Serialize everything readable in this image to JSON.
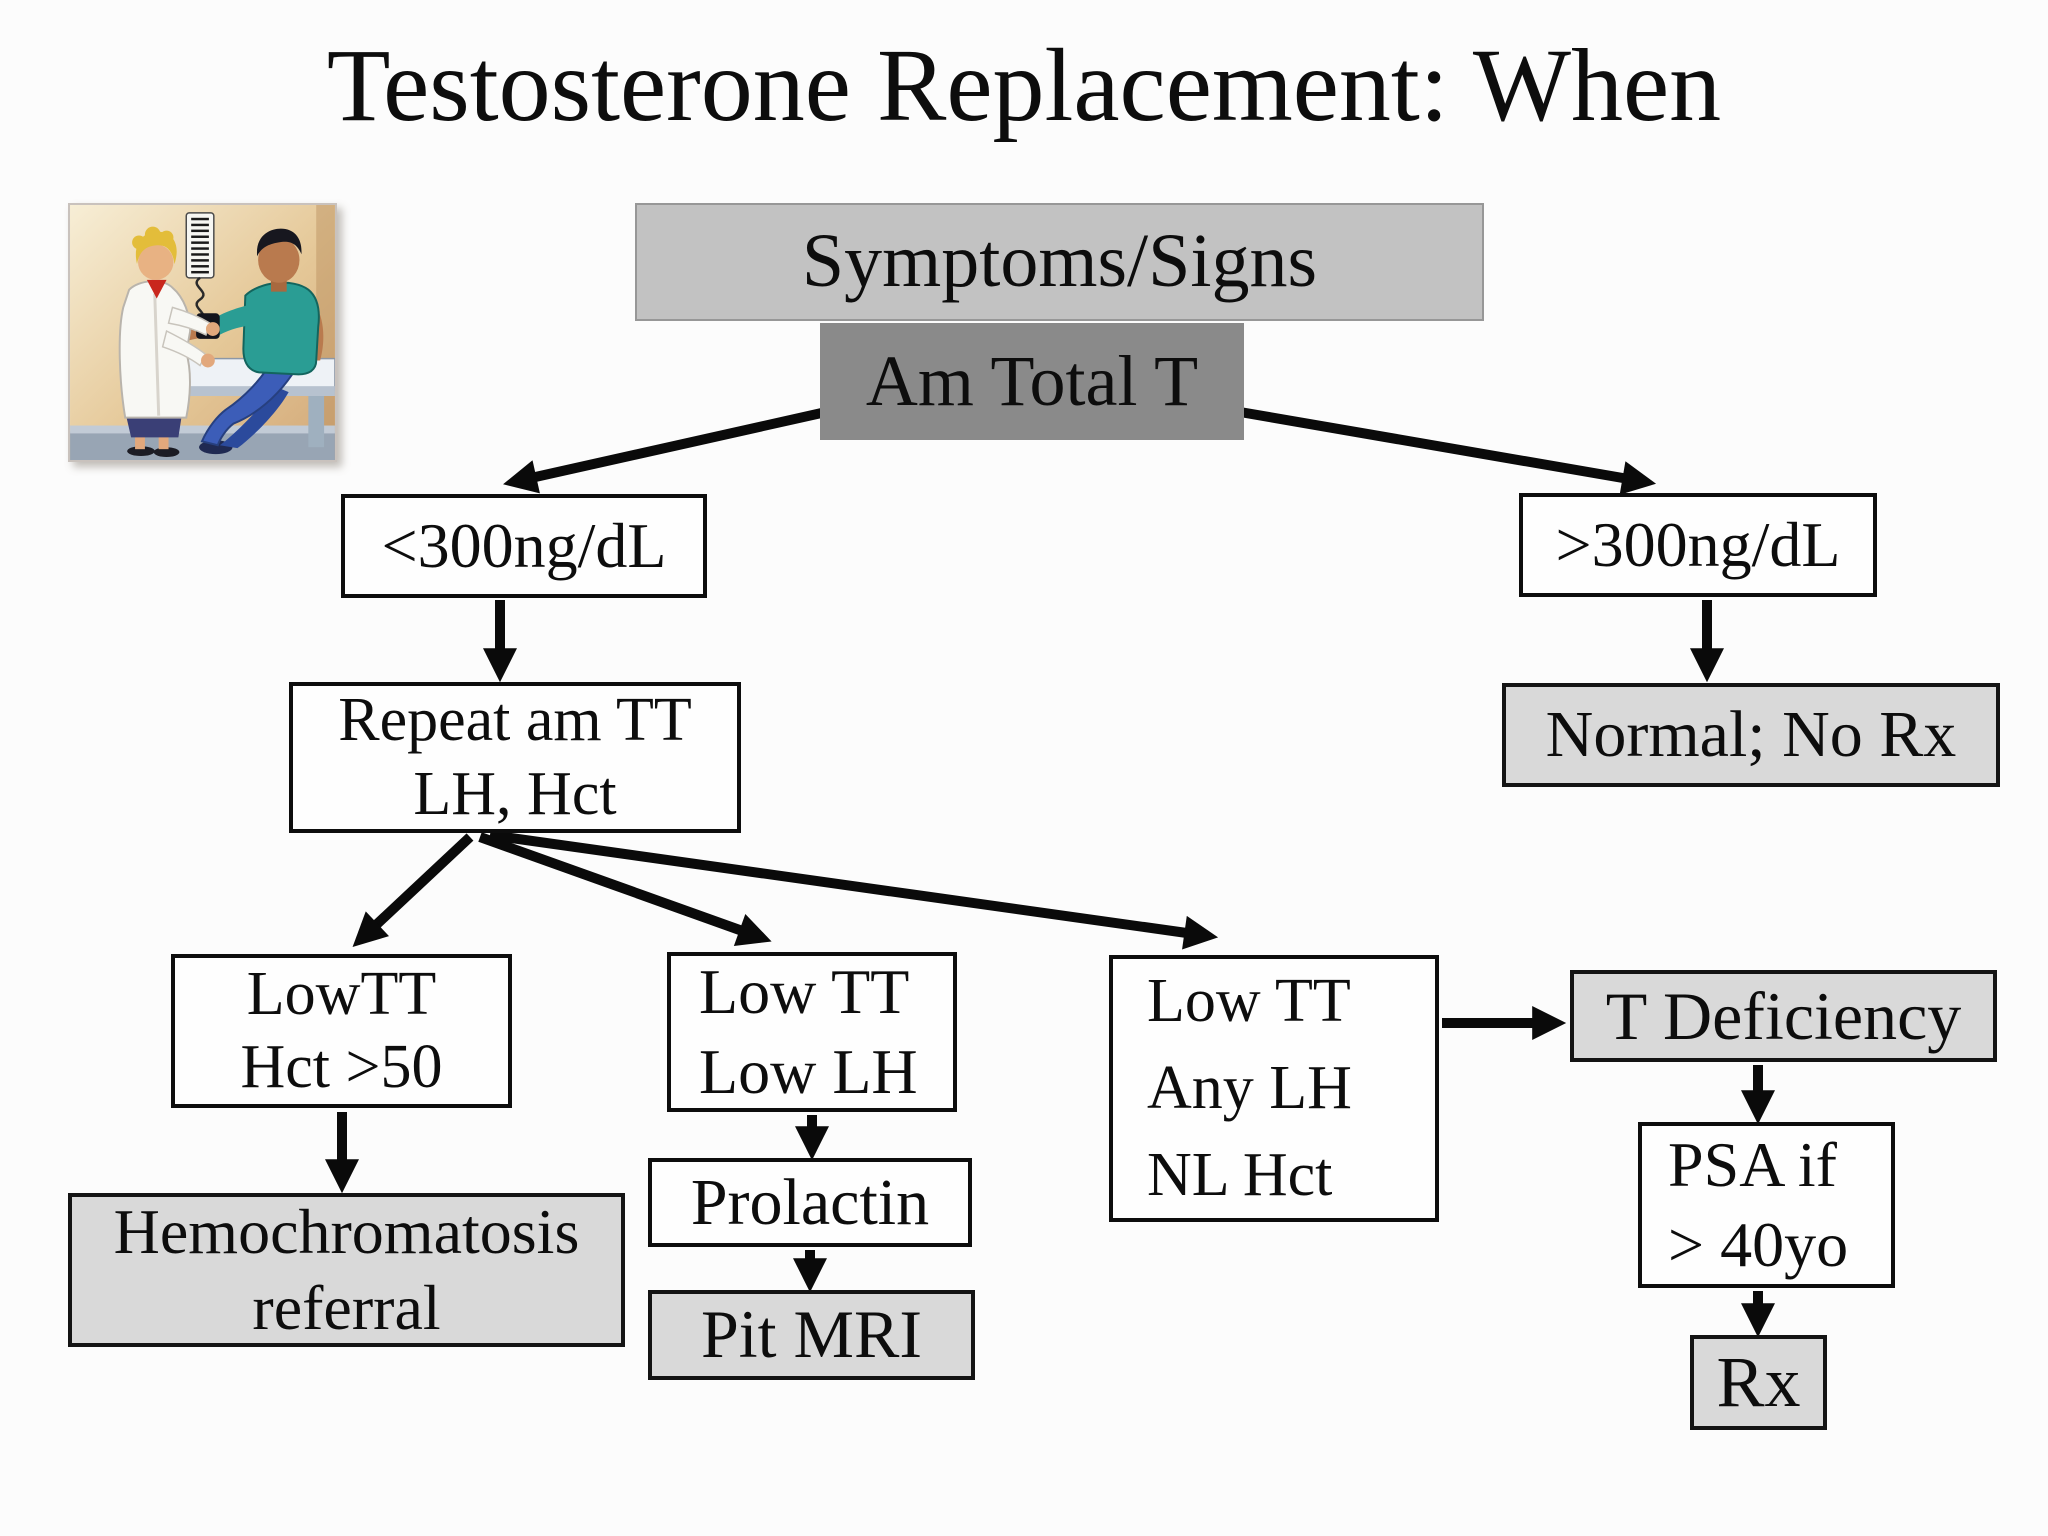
{
  "slide": {
    "title": "Testosterone Replacement: When",
    "background": "#fcfcfc"
  },
  "colors": {
    "banner_fill": "#c2c2c2",
    "dark_fill": "#8a8a8a",
    "result_fill": "#d9d9d9",
    "plain_fill": "#fefefe",
    "line_color": "#0a0a0a"
  },
  "illustration": {
    "name": "blood-pressure-exam-clipart",
    "description": "Clinician measuring seated male patient's blood pressure"
  },
  "flowchart": {
    "nodes": {
      "symptoms": {
        "label": "Symptoms/Signs"
      },
      "am_total_t": {
        "label": "Am Total T"
      },
      "lt300": {
        "label": "<300ng/dL"
      },
      "gt300": {
        "label": ">300ng/dL"
      },
      "repeat_tt": {
        "line1": "Repeat am TT",
        "line2": "LH, Hct"
      },
      "normal_no_rx": {
        "label": "Normal; No Rx"
      },
      "low_tt_hct": {
        "line1": "LowTT",
        "line2": "Hct >50"
      },
      "low_tt_low_lh": {
        "line1": "Low TT",
        "line2": "Low LH"
      },
      "low_tt_any_lh": {
        "line1": "Low TT",
        "line2": "Any LH",
        "line3": "NL Hct"
      },
      "hemochromatosis": {
        "line1": "Hemochromatosis",
        "line2": "referral"
      },
      "prolactin": {
        "label": "Prolactin"
      },
      "pit_mri": {
        "label": "Pit MRI"
      },
      "t_deficiency": {
        "label": "T Deficiency"
      },
      "psa": {
        "line1": "PSA if",
        "line2": "> 40yo"
      },
      "rx": {
        "label": "Rx"
      }
    },
    "edges": [
      {
        "from": "am_total_t",
        "to": "lt300"
      },
      {
        "from": "am_total_t",
        "to": "gt300"
      },
      {
        "from": "lt300",
        "to": "repeat_tt"
      },
      {
        "from": "gt300",
        "to": "normal_no_rx"
      },
      {
        "from": "repeat_tt",
        "to": "low_tt_hct"
      },
      {
        "from": "repeat_tt",
        "to": "low_tt_low_lh"
      },
      {
        "from": "repeat_tt",
        "to": "low_tt_any_lh"
      },
      {
        "from": "low_tt_hct",
        "to": "hemochromatosis"
      },
      {
        "from": "low_tt_low_lh",
        "to": "prolactin"
      },
      {
        "from": "prolactin",
        "to": "pit_mri"
      },
      {
        "from": "low_tt_any_lh",
        "to": "t_deficiency"
      },
      {
        "from": "t_deficiency",
        "to": "psa"
      },
      {
        "from": "psa",
        "to": "rx"
      }
    ]
  }
}
